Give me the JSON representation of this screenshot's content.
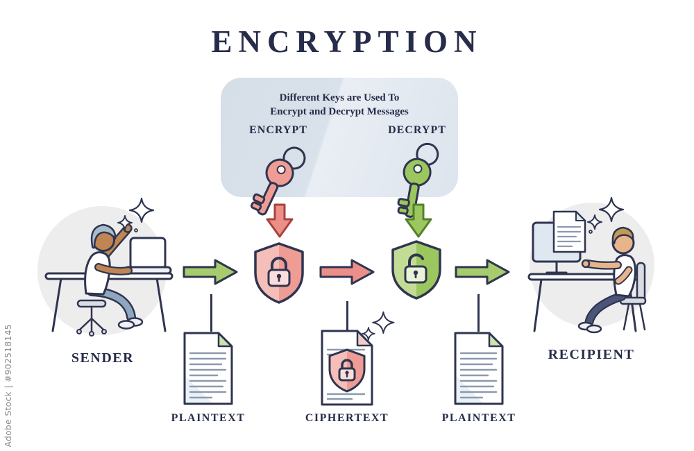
{
  "title": "ENCRYPTION",
  "key_panel": {
    "caption_line1": "Different Keys are Used To",
    "caption_line2": "Encrypt and Decrypt Messages",
    "encrypt_label": "ENCRYPT",
    "decrypt_label": "DECRYPT"
  },
  "flow": {
    "sender_label": "SENDER",
    "recipient_label": "RECIPIENT",
    "documents": {
      "plaintext_left": "PLAINTEXT",
      "ciphertext": "CIPHERTEXT",
      "plaintext_right": "PLAINTEXT"
    }
  },
  "watermark": "Adobe Stock | #902518145",
  "icons": {
    "encrypt_key": "pink-key-icon",
    "decrypt_key": "green-key-icon",
    "locked_shield": "pink-shield-lock-icon",
    "unlocked_shield": "green-shield-unlock-icon",
    "plaintext_document": "document-icon",
    "ciphertext_document": "document-shield-lock-icon",
    "sender_scene": "person-at-laptop-illustration",
    "recipient_scene": "person-at-monitor-illustration",
    "sparkles": "sparkle-icon"
  },
  "colors": {
    "outline": "#2f3550",
    "text": "#262c49",
    "pink": "#ef9c95",
    "pink_light": "#f6beb8",
    "pink_arrow_outline": "#a8423d",
    "green": "#9cc75f",
    "green_light": "#c3dc95",
    "green_arrow_outline": "#54802a",
    "panel_background": "#dbe2eb",
    "circle_background": "#ededed"
  }
}
